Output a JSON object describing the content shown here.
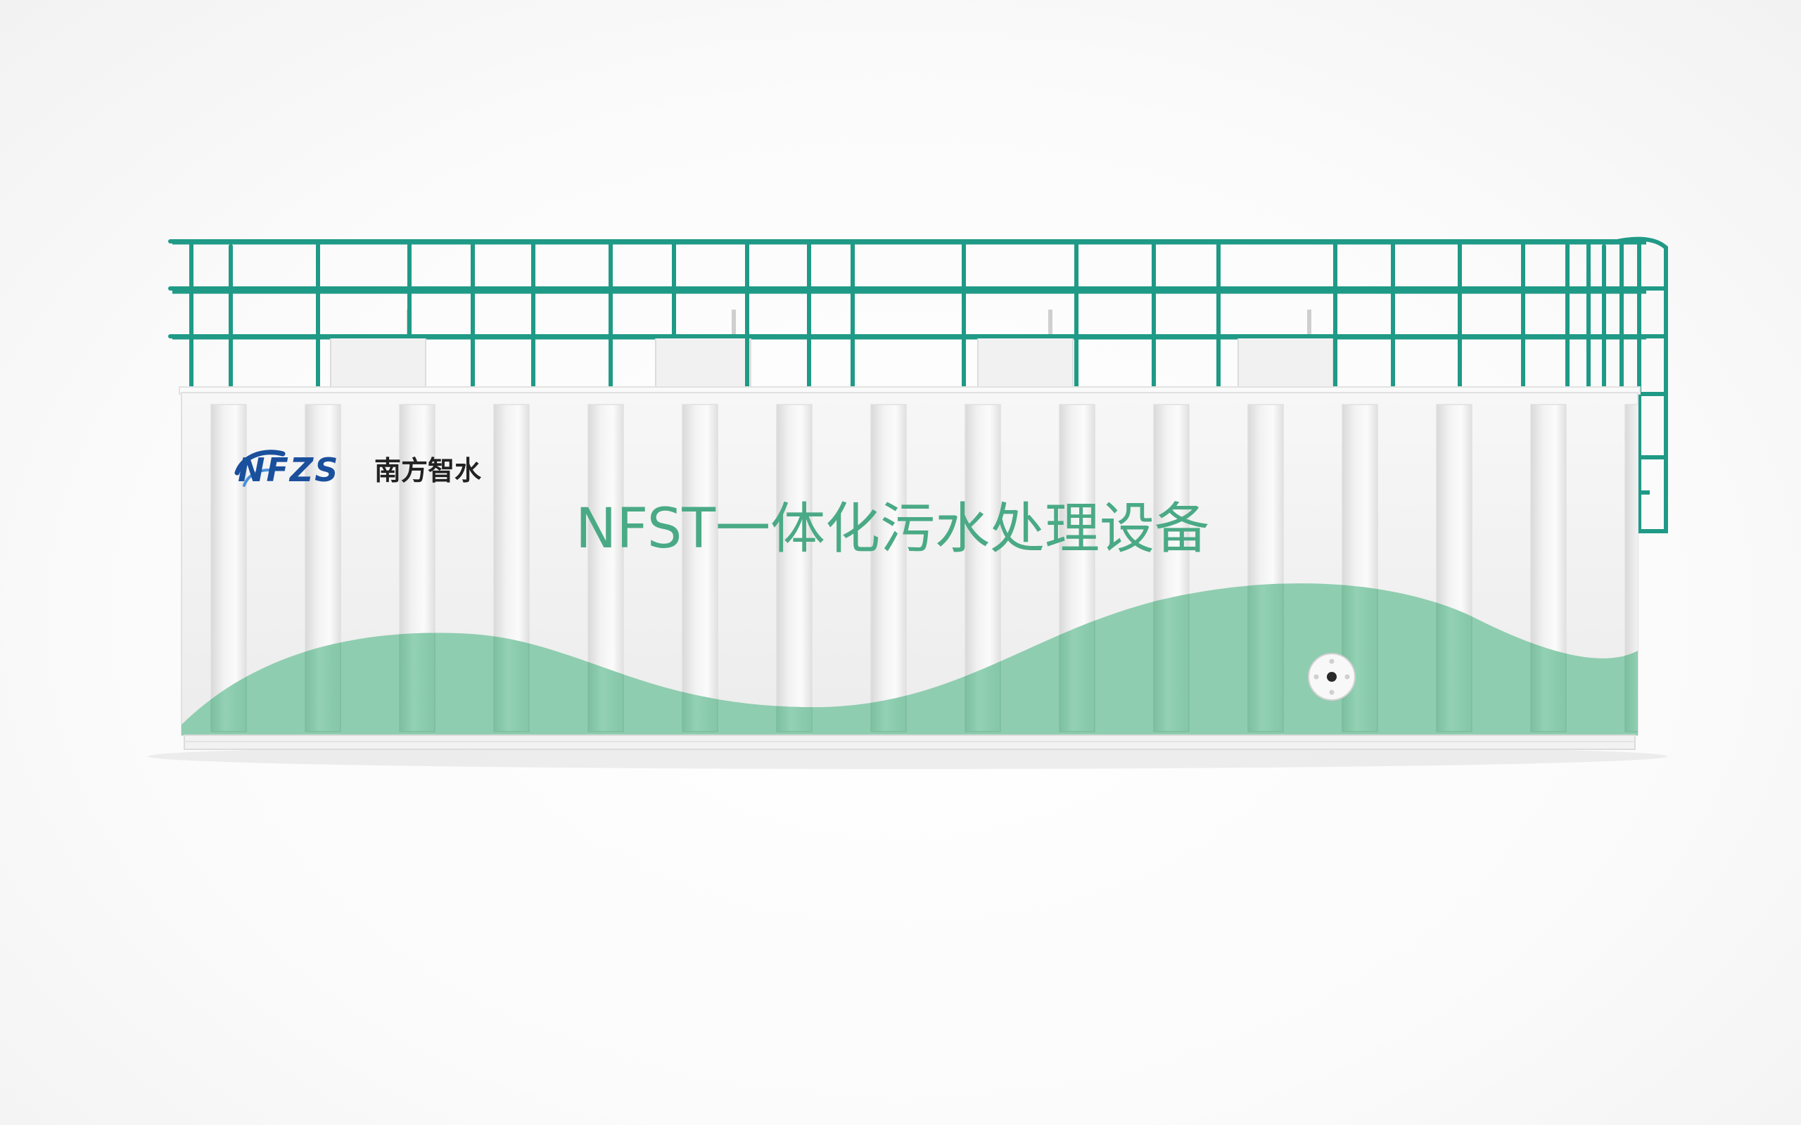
{
  "product": {
    "title": "NFST一体化污水处理设备"
  },
  "brand": {
    "logo_letters": "NFZS",
    "name_cn": "南方智水"
  },
  "colors": {
    "railing": "#1f9a86",
    "wave": "#8fcdb0",
    "title": "#4aaa86",
    "logo_blue": "#1a4f9c",
    "logo_dark": "#222222",
    "tank_body": "#f4f4f4",
    "tank_rib": "#e3e3e3"
  },
  "icons": {
    "flange": "pipe-flange-icon",
    "logo": "nfzs-logo-icon"
  }
}
